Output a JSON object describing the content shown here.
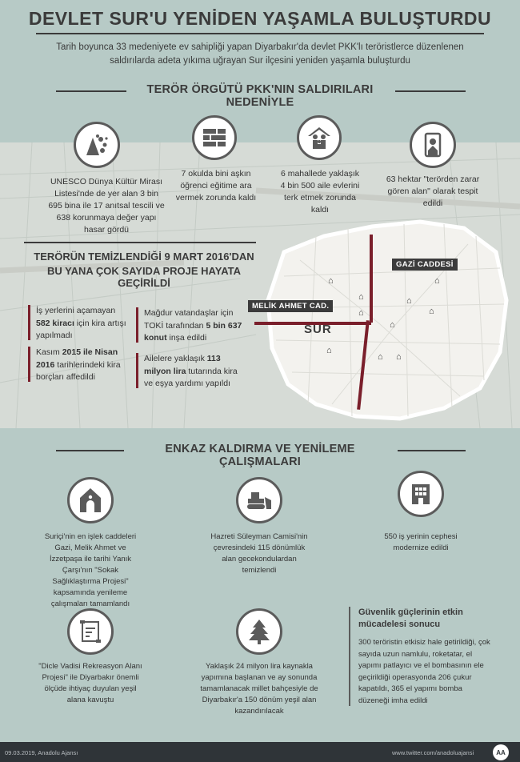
{
  "title": "DEVLET SUR'U YENİDEN YAŞAMLA BULUŞTURDU",
  "intro": "Tarih boyunca 33 medeniyete ev sahipliği yapan Diyarbakır'da devlet PKK'lı teröristlerce düzenlenen saldırılarda adeta yıkıma uğrayan Sur ilçesini yeniden yaşamla buluşturdu",
  "section1": {
    "heading": "TERÖR ÖRGÜTÜ PKK'NIN SALDIRILARI NEDENİYLE",
    "items": [
      {
        "icon": "rubble-icon",
        "text": "UNESCO Dünya Kültür Mirası Listesi'nde de yer alan 3 bin 695 bina ile 17 anıtsal tescili ve 638 korunmaya değer yapı hasar gördü"
      },
      {
        "icon": "bricks-icon",
        "text": "7 okulda bini aşkın öğrenci eğitime ara vermek zorunda kaldı"
      },
      {
        "icon": "family-house-icon",
        "text": "6 mahallede yaklaşık 4 bin 500 aile evlerini terk etmek zorunda kaldı"
      },
      {
        "icon": "map-pin-hand-icon",
        "text": "63 hektar \"terörden zarar gören alan\" olarak tespit edildi"
      }
    ]
  },
  "section2": {
    "heading_line1": "TERÖRÜN TEMİZLENDİĞİ 9 MART 2016'DAN",
    "heading_line2": "BU YANA ÇOK SAYIDA PROJE HAYATA GEÇİRİLDİ",
    "facts": [
      {
        "pre": "İş yerlerini açamayan ",
        "bold": "582 kiracı",
        "post": " için kira artışı yapılmadı"
      },
      {
        "pre": "Mağdur vatandaşlar için TOKİ tarafından ",
        "bold": "5 bin 637 konut",
        "post": " inşa edildi"
      },
      {
        "pre": "Kasım ",
        "bold": "2015 ile Nisan 2016",
        "post": " tarihlerindeki kira borçları affedildi"
      },
      {
        "pre": "Ailelere yaklaşık ",
        "bold": "113 milyon lira",
        "post": " tutarında kira ve eşya yardımı yapıldı"
      }
    ]
  },
  "map": {
    "label_gazi": "GAZİ CADDESİ",
    "label_melik": "MELİK AHMET CAD.",
    "label_sur": "SUR",
    "road_color": "#7a1f2b"
  },
  "section3": {
    "heading": "ENKAZ KALDIRMA VE YENİLEME ÇALIŞMALARI",
    "items": [
      {
        "icon": "gate-icon",
        "text": "Suriçi'nin en işlek caddeleri Gazi, Melik Ahmet ve İzzetpaşa ile tarihi Yanık Çarşı'nın \"Sokak Sağlıklaştırma Projesi\" kapsamında yenileme çalışmaları tamamlandı"
      },
      {
        "icon": "bulldozer-icon",
        "text": "Hazreti Süleyman Camisi'nin çevresindeki 115 dönümlük alan gecekondulardan temizlendi"
      },
      {
        "icon": "building-icon",
        "text": "550 iş yerinin cephesi modernize edildi"
      },
      {
        "icon": "blueprint-icon",
        "text": "\"Dicle Vadisi Rekreasyon Alanı Projesi\" ile Diyarbakır önemli ölçüde ihtiyaç duyulan yeşil alana kavuştu"
      },
      {
        "icon": "tree-icon",
        "text": "Yaklaşık 24 milyon lira kaynakla yapımına başlanan ve ay sonunda tamamlanacak millet bahçesiyle de Diyarbakır'a 150 dönüm yeşil alan kazandırılacak"
      }
    ]
  },
  "security": {
    "heading": "Güvenlik güçlerinin etkin mücadelesi sonucu",
    "text": "300 teröristin etkisiz hale getirildiği, çok sayıda uzun namlulu, roketatar, el yapımı patlayıcı ve el bombasının ele geçirildiği operasyonda 206 çukur kapatıldı, 365 el yapımı bomba düzeneği imha edildi"
  },
  "footer": {
    "date": "09.03.2019, Anadolu Ajansı",
    "url": "www.twitter.com/anadoluajansi",
    "logo": "AA"
  },
  "colors": {
    "background": "#b7cac6",
    "map_band": "#d6dbd6",
    "accent": "#7a1f2b",
    "dark": "#3b3b3b"
  }
}
